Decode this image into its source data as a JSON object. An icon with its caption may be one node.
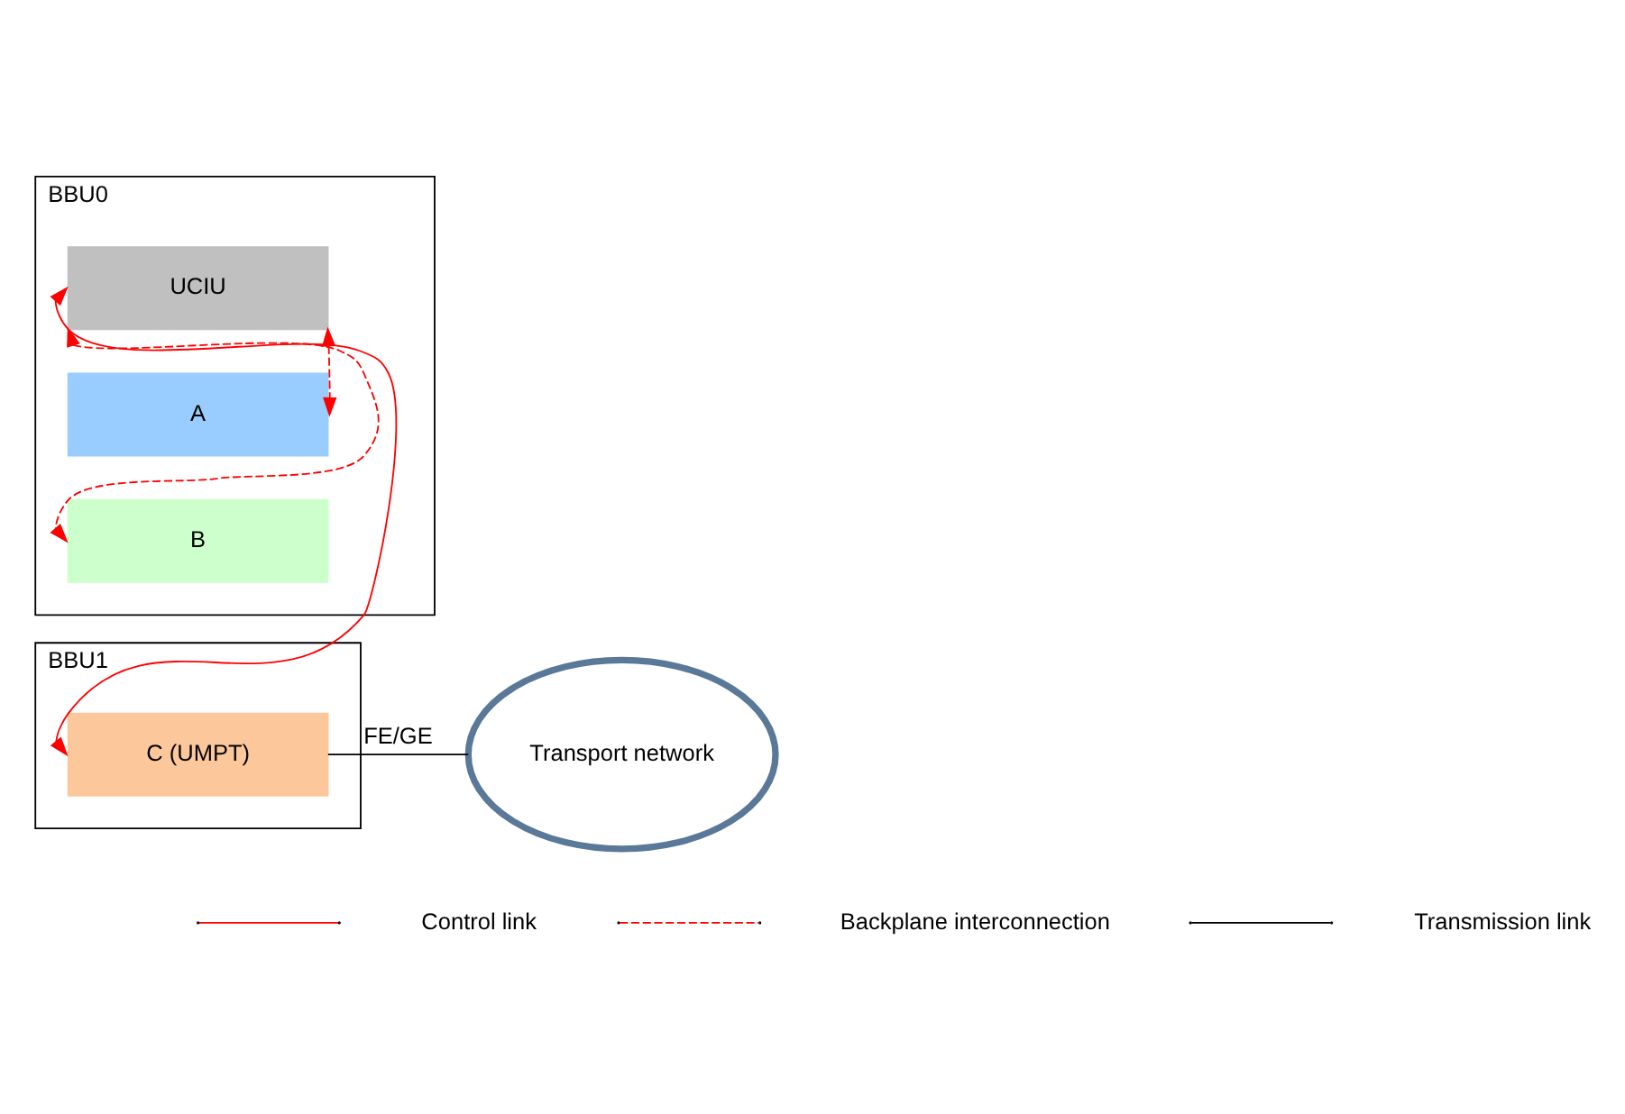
{
  "diagram": {
    "nodes": [
      {
        "text": [
          "BBU0"
        ]
      },
      {
        "text": [
          "UCIU"
        ],
        "in": 0
      },
      {
        "text": [
          "A"
        ],
        "in": 0
      },
      {
        "text": [
          "B"
        ],
        "in": 0
      },
      {
        "text": [
          "BBU1"
        ]
      },
      {
        "text": [
          "C (UMPT)"
        ],
        "in": 4
      },
      {
        "text": [
          "Transport network"
        ]
      }
    ],
    "edges": [
      {
        "from": 1,
        "to": 5,
        "arrow": "both"
      },
      {
        "from": 1,
        "to": 2,
        "arrow": "both",
        "style": "dashed"
      },
      {
        "from": 1,
        "to": 3,
        "arrow": "both",
        "style": "dashed"
      },
      {
        "from": 5,
        "to": 6,
        "arrow": "none",
        "label": "FE/GE",
        "color": "#000000"
      }
    ],
    "legend": [
      {
        "text": "Control link"
      },
      {
        "text": "Backplane interconnection"
      },
      {
        "text": "Transmission link"
      }
    ]
  }
}
